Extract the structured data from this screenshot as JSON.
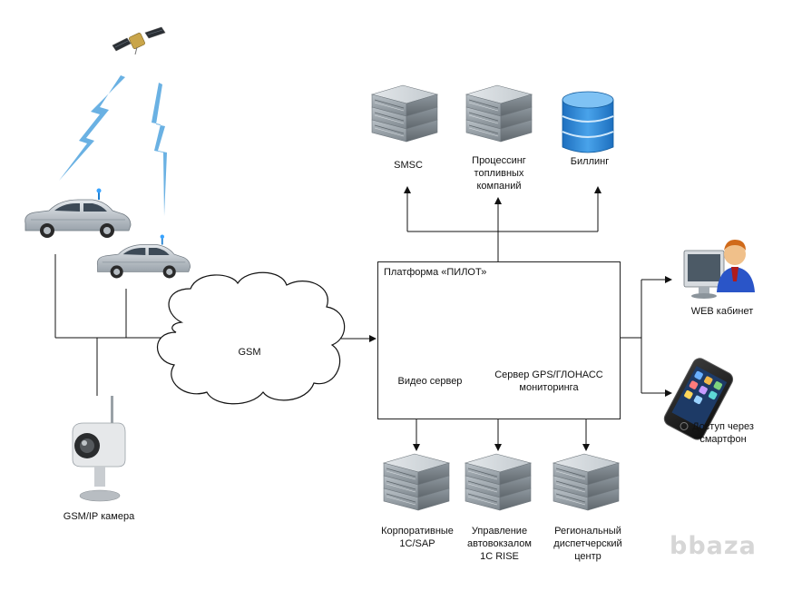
{
  "platform": {
    "title": "Платформа «ПИЛОТ»"
  },
  "network": {
    "label": "GSM"
  },
  "top_servers": {
    "smsc": "SMSC",
    "fuel": "Процессинг\nтопливных\nкомпаний",
    "billing": "Биллинг"
  },
  "inner": {
    "video_server": "Видео сервер",
    "gps_server": "Сервер GPS/ГЛОНАСС\nмониторинга"
  },
  "bottom_servers": {
    "corporate": "Корпоративные\n1С/SAP",
    "bus_station": "Управление\nавтовокзалом\n1С RISE",
    "regional": "Региональный\nдиспетчерский\nцентр"
  },
  "clients": {
    "web": "WEB кабинет",
    "smartphone": "Доступ через\nсмартфон"
  },
  "camera": {
    "label": "GSM/IP камера"
  },
  "watermark": "bbaza",
  "icons": [
    "satellite-icon",
    "lightning-icon",
    "car-icon",
    "cloud-icon",
    "server-icon",
    "database-icon",
    "user-at-computer-icon",
    "smartphone-icon",
    "ip-camera-icon"
  ],
  "colors": {
    "server_body": "#9aa3aa",
    "lightning": "#5aa8e0",
    "car": "#b9c0c7",
    "database": "#2b86d6"
  }
}
